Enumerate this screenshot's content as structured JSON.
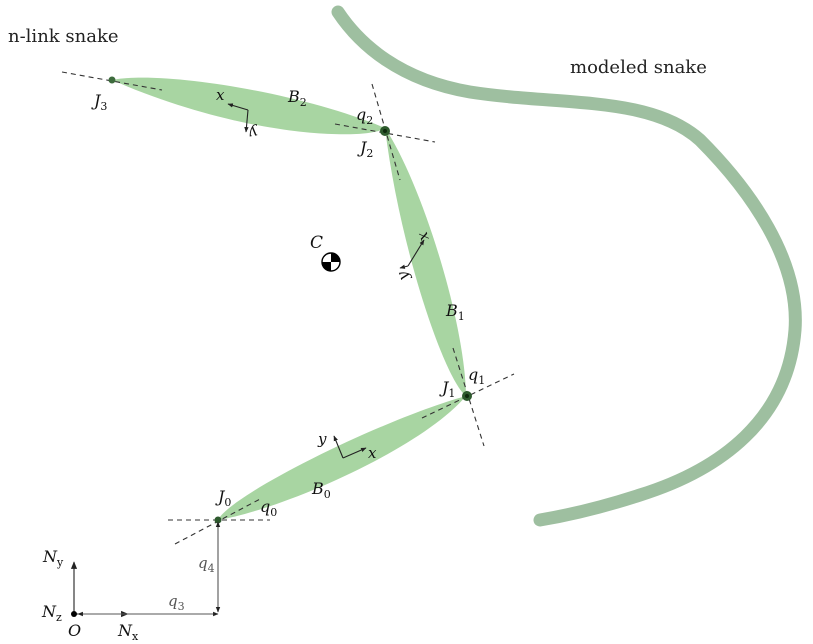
{
  "labels": {
    "nlink_title": "n-link snake",
    "modeled_title": "modeled snake",
    "J3": {
      "main": "J",
      "sub": "3"
    },
    "J2": {
      "main": "J",
      "sub": "2"
    },
    "J1": {
      "main": "J",
      "sub": "1"
    },
    "J0": {
      "main": "J",
      "sub": "0"
    },
    "B2": {
      "main": "B",
      "sub": "2"
    },
    "B1": {
      "main": "B",
      "sub": "1"
    },
    "B0": {
      "main": "B",
      "sub": "0"
    },
    "q2": {
      "main": "q",
      "sub": "2"
    },
    "q1": {
      "main": "q",
      "sub": "1"
    },
    "q0": {
      "main": "q",
      "sub": "0"
    },
    "q4": {
      "main": "q",
      "sub": "4"
    },
    "q3": {
      "main": "q",
      "sub": "3"
    },
    "C": "C",
    "frame_x": "x",
    "frame_y": "y",
    "Ny": {
      "main": "N",
      "sub": "y"
    },
    "Nz": {
      "main": "N",
      "sub": "z"
    },
    "Nx": {
      "main": "N",
      "sub": "x"
    },
    "O": "O"
  },
  "colors": {
    "link_fill": "#a8d5a2",
    "modeled_snake": "#9ebfa0",
    "joint": "#2d5a2d"
  }
}
